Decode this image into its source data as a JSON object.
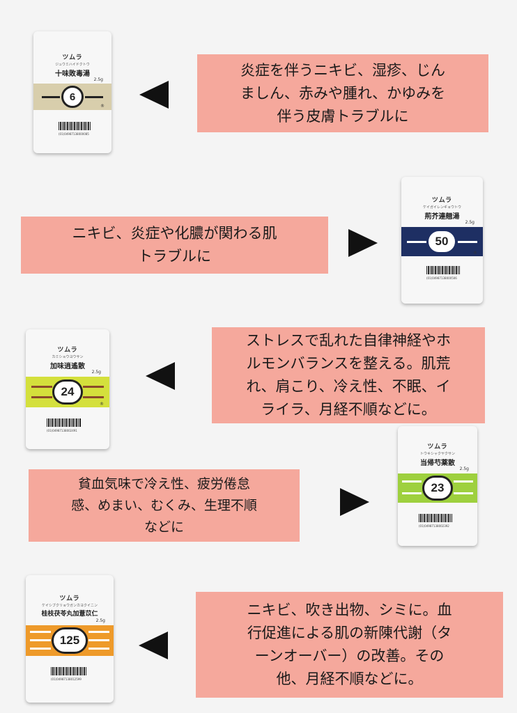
{
  "items": [
    {
      "maker": "ツムラ",
      "kana": "ジュウミハイドクトウ",
      "name": "十味敗毒湯",
      "dose": "2.5g",
      "number": "6",
      "band_color": "#d8ceac",
      "barcode_text": "(01)04987138000085",
      "description_lines": [
        "炎症を伴うニキビ、湿疹、じん",
        "ましん、赤みや腫れ、かゆみを",
        "伴う皮膚トラブルに"
      ]
    },
    {
      "maker": "ツムラ",
      "kana": "ケイガイレンギョウトウ",
      "name": "荊芥連翹湯",
      "dose": "2.5g",
      "number": "50",
      "band_color": "#1e2f63",
      "barcode_text": "(01)04987138000506",
      "description_lines": [
        "ニキビ、炎症や化膿が関わる肌",
        "トラブルに"
      ]
    },
    {
      "maker": "ツムラ",
      "kana": "カミショウヨウサン",
      "name": "加味逍遙散",
      "dose": "2.5g",
      "number": "24",
      "band_color": "#d4e03c",
      "barcode_text": "(01)04987138002491",
      "description_lines": [
        "ストレスで乱れた自律神経やホ",
        "ルモンバランスを整える。肌荒",
        "れ、肩こり、冷え性、不眠、イ",
        "ライラ、月経不順などに。"
      ]
    },
    {
      "maker": "ツムラ",
      "kana": "トウキシャクヤクサン",
      "name": "当帰芍薬散",
      "dose": "2.5g",
      "number": "23",
      "band_color": "#9ed03e",
      "barcode_text": "(01)04987138002392",
      "description_lines": [
        "貧血気味で冷え性、疲労倦怠",
        "感、めまい、むくみ、生理不順",
        "などに"
      ]
    },
    {
      "maker": "ツムラ",
      "kana": "ケイシブクリョウガンカヨクイニン",
      "name": "桂枝茯苓丸加薏苡仁",
      "dose": "2.5g",
      "number": "125",
      "band_color": "#ee9a2a",
      "barcode_text": "(01)04987138012599",
      "description_lines": [
        "ニキビ、吹き出物、シミに。血",
        "行促進による肌の新陳代謝（タ",
        "ーンオーバー）の改善。その",
        "他、月経不順などに。"
      ]
    }
  ],
  "registered_mark": "®",
  "arrow_icons": [
    "arrow-left-icon",
    "arrow-right-icon"
  ]
}
